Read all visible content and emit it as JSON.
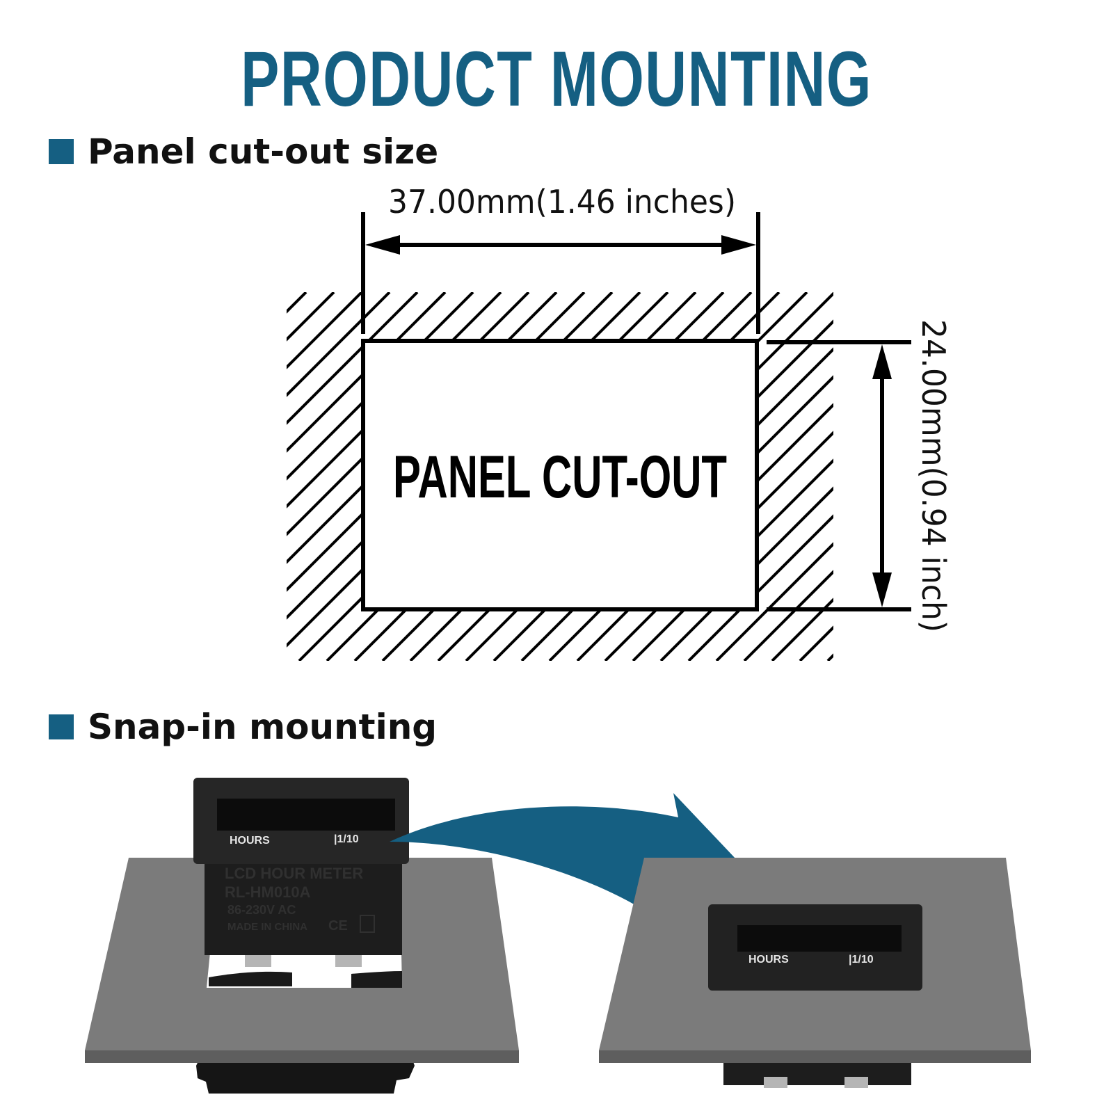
{
  "title": "PRODUCT MOUNTING",
  "colors": {
    "accent": "#155f82",
    "panel": "#7b7b7b",
    "meter": "#1c1c1c"
  },
  "sections": {
    "cutout": {
      "bullet_icon": "square-bullet-icon",
      "label": "Panel cut-out size",
      "width_dimension": "37.00mm(1.46 inches)",
      "height_dimension": "24.00mm(0.94 inch)",
      "cutout_label": "PANEL CUT-OUT"
    },
    "snap": {
      "bullet_icon": "square-bullet-icon",
      "label": "Snap-in mounting"
    }
  },
  "meter": {
    "hours_label": "HOURS",
    "resolution_label": "|1/10",
    "side_print": {
      "line1": "LCD HOUR METER",
      "line2": "RL-HM010A",
      "line3": "86-230V AC",
      "line4": "MADE IN CHINA",
      "marks": "CE"
    },
    "arrow_icon": "curved-arrow-icon"
  }
}
